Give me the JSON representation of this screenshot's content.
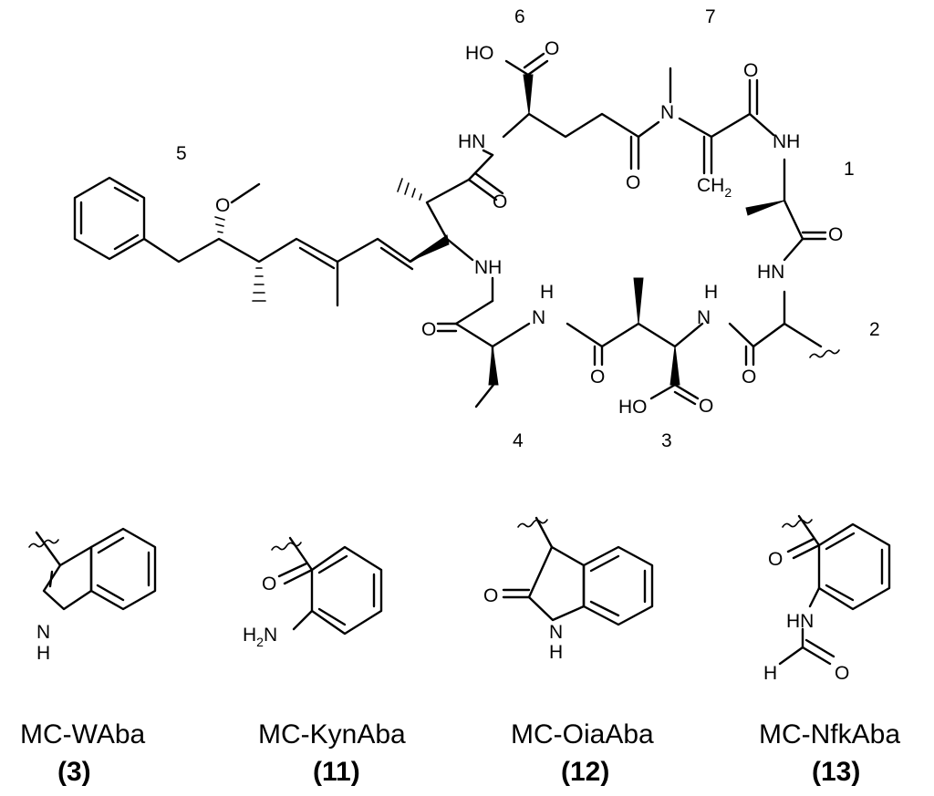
{
  "main_structure": {
    "atom_labels": {
      "cooh6_ho": "HO",
      "cooh6_o": "O",
      "nh6": "HN",
      "n_methyl": "N",
      "amide_o1": "O",
      "amide_o2": "O",
      "nh1": "NH",
      "ch2": "CH",
      "ch2_sub": "2",
      "o1": "O",
      "nh_upper_left": "NH",
      "hn2": "HN",
      "methoxy_o": "O",
      "o_amide_4": "O",
      "nh3_h": "H",
      "nh3_n": "N",
      "nh2_h": "H",
      "nh2_n": "N",
      "o3a": "O",
      "o3b": "O",
      "o2": "O",
      "cooh3_ho": "HO",
      "cooh3_o": "O",
      "o_ring_top": "O"
    },
    "residue_numbers": [
      "1",
      "2",
      "3",
      "4",
      "5",
      "6",
      "7"
    ]
  },
  "compounds": [
    {
      "name": "MC-WAba",
      "number": "(3)",
      "atom_labels": {
        "nh_n": "N",
        "nh_h": "H"
      }
    },
    {
      "name": "MC-KynAba",
      "number": "(11)",
      "atom_labels": {
        "o": "O",
        "h2": "H",
        "h2_sub": "2",
        "n": "N"
      }
    },
    {
      "name": "MC-OiaAba",
      "number": "(12)",
      "atom_labels": {
        "o": "O",
        "n": "N",
        "h": "H"
      }
    },
    {
      "name": "MC-NfkAba",
      "number": "(13)",
      "atom_labels": {
        "o1": "O",
        "hn": "HN",
        "h": "H",
        "o2": "O"
      }
    }
  ]
}
